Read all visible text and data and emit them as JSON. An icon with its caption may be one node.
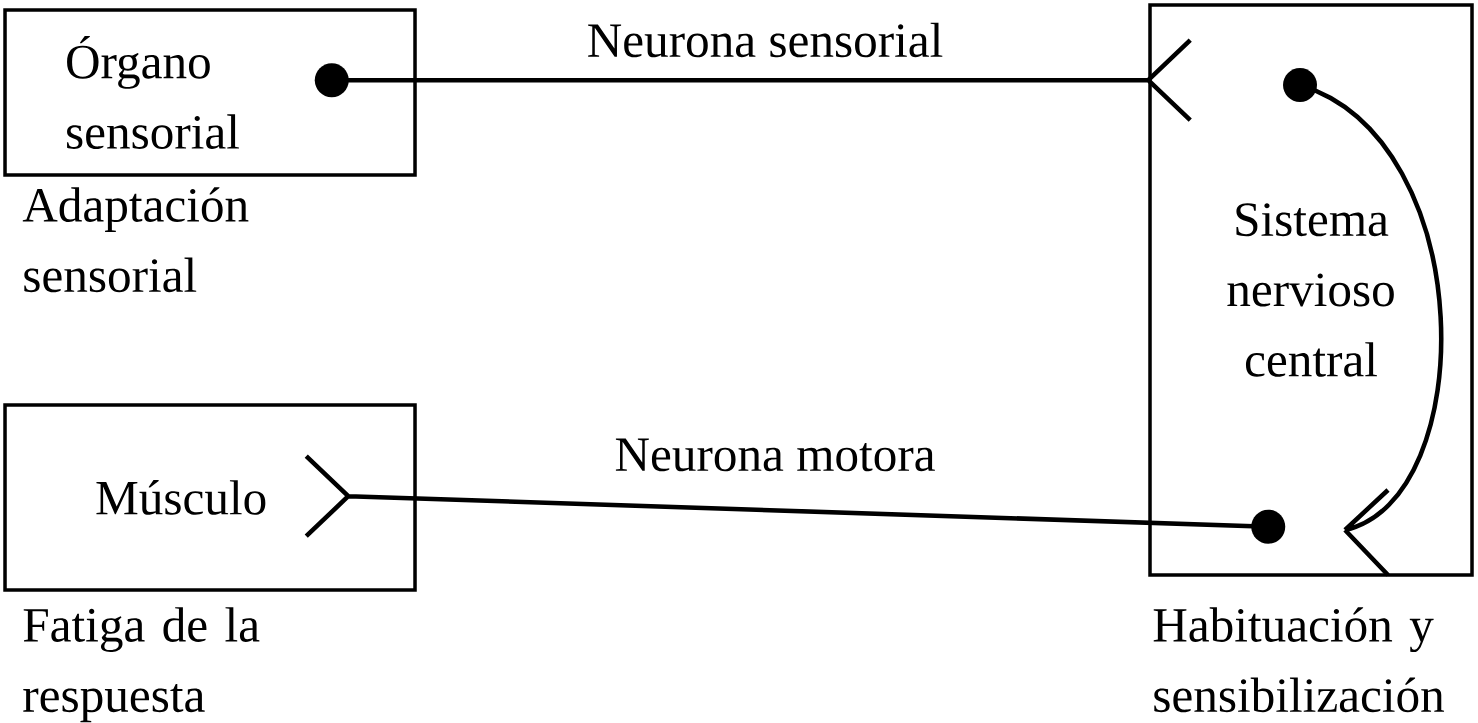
{
  "diagram": {
    "nodes": [
      {
        "text": [
          "Órgano sensorial"
        ],
        "beside": [
          "Adaptación sensorial"
        ]
      },
      {
        "text": [
          "Sistema nervioso central"
        ],
        "beside": [
          "Habituación y sensibilización"
        ]
      },
      {
        "text": [
          "Músculo"
        ],
        "beside": [
          "Fatiga de la respuesta"
        ]
      }
    ],
    "edges": [
      {
        "from": 0,
        "to": 1,
        "arrow": "other",
        "label": "Neurona sensorial"
      },
      {
        "from": 1,
        "to": 2,
        "arrow": "other",
        "label": "Neurona motora"
      }
    ]
  }
}
